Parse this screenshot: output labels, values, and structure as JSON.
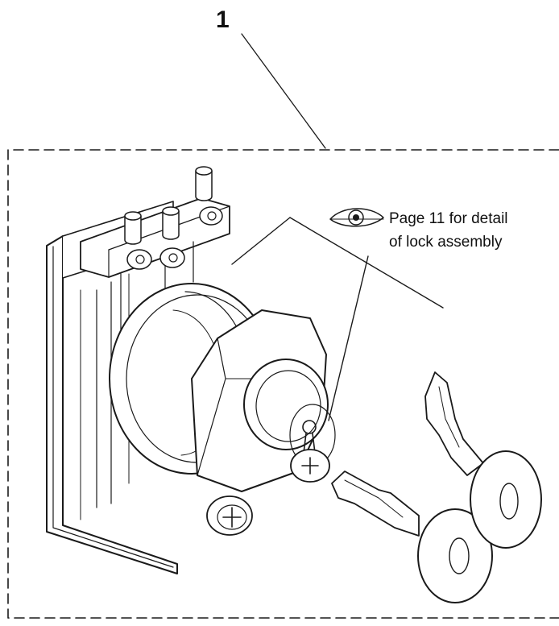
{
  "diagram": {
    "part_number": "1",
    "reference_note": {
      "icon": "eye-icon",
      "line1": "Page 11 for detail",
      "line2": "of lock assembly"
    }
  },
  "colors": {
    "ink": "#1a1a1a",
    "background": "#ffffff"
  }
}
